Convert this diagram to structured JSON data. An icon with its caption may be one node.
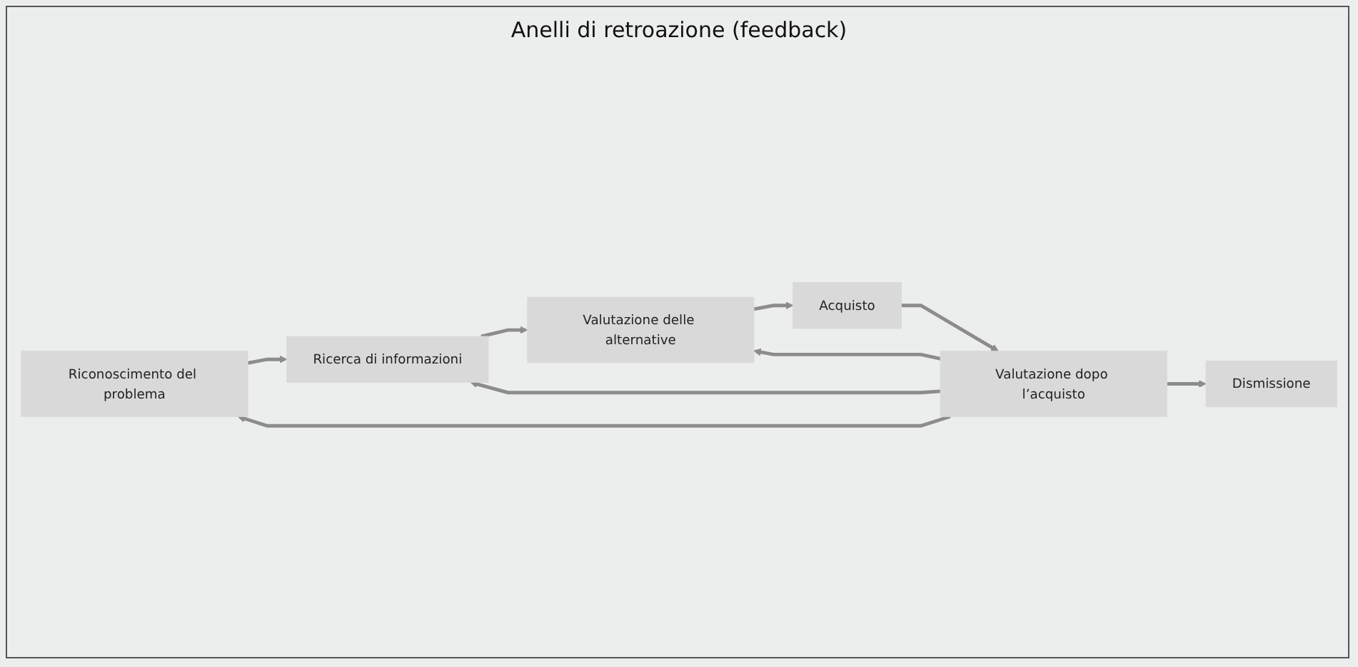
{
  "diagram": {
    "title": "Anelli di retroazione (feedback)",
    "nodes": [
      {
        "text": [
          "Riconoscimento del problema"
        ]
      },
      {
        "text": [
          "Ricerca di informazioni"
        ]
      },
      {
        "text": [
          "Valutazione delle alternative"
        ]
      },
      {
        "text": [
          "Acquisto"
        ]
      },
      {
        "text": [
          "Valutazione dopo l’acquisto"
        ]
      },
      {
        "text": [
          "Dismissione"
        ]
      }
    ],
    "edges": [
      {
        "from": 0,
        "to": 1,
        "arrow": "to"
      },
      {
        "from": 1,
        "to": 2,
        "arrow": "to"
      },
      {
        "from": 2,
        "to": 3,
        "arrow": "to"
      },
      {
        "from": 3,
        "to": 4,
        "arrow": "to"
      },
      {
        "from": 4,
        "to": 5,
        "arrow": "to"
      },
      {
        "from": 4,
        "to": 2,
        "arrow": "to"
      },
      {
        "from": 4,
        "to": 1,
        "arrow": "to"
      },
      {
        "from": 4,
        "to": 0,
        "arrow": "to"
      }
    ]
  }
}
